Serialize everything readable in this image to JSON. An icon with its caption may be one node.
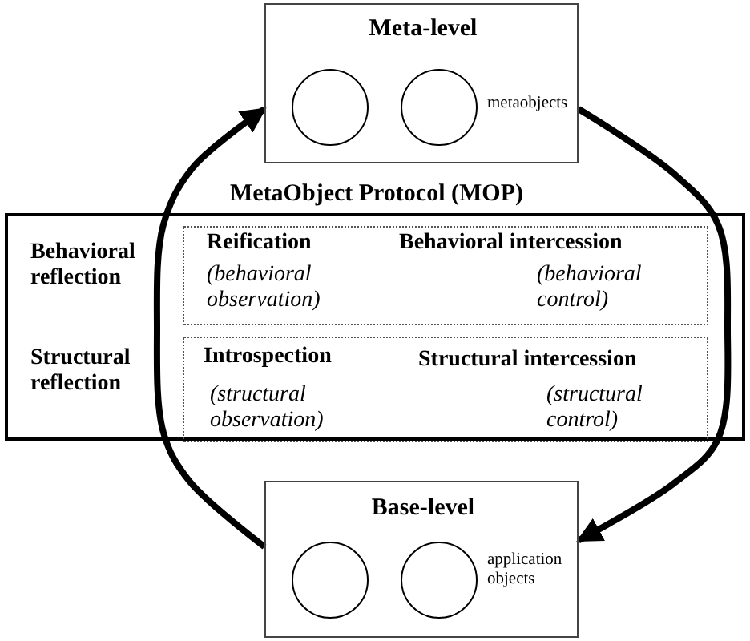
{
  "diagram": {
    "nodes": [
      {
        "text": [
          "Meta-level",
          "metaobjects"
        ]
      },
      {
        "text": [],
        "shape": "circle",
        "in": 0
      },
      {
        "text": [],
        "shape": "circle",
        "in": 0
      },
      {
        "text": [
          "MetaObject Protocol (MOP)",
          "Behavioral reflection",
          "Structural reflection"
        ]
      },
      {
        "text": [
          "Reification",
          "(behavioral observation)",
          "Behavioral intercession",
          "(behavioral control)"
        ],
        "in": 3
      },
      {
        "text": [
          "Introspection",
          "(structural observation)",
          "Structural intercession",
          "(structural control)"
        ],
        "in": 3
      },
      {
        "text": [
          "Base-level",
          "application objects"
        ]
      },
      {
        "text": [],
        "shape": "circle",
        "in": 6
      },
      {
        "text": [],
        "shape": "circle",
        "in": 6
      }
    ],
    "edges": [
      {
        "from": 6,
        "to": 0,
        "arrow": "to"
      },
      {
        "from": 0,
        "to": 6,
        "arrow": "to"
      }
    ]
  }
}
